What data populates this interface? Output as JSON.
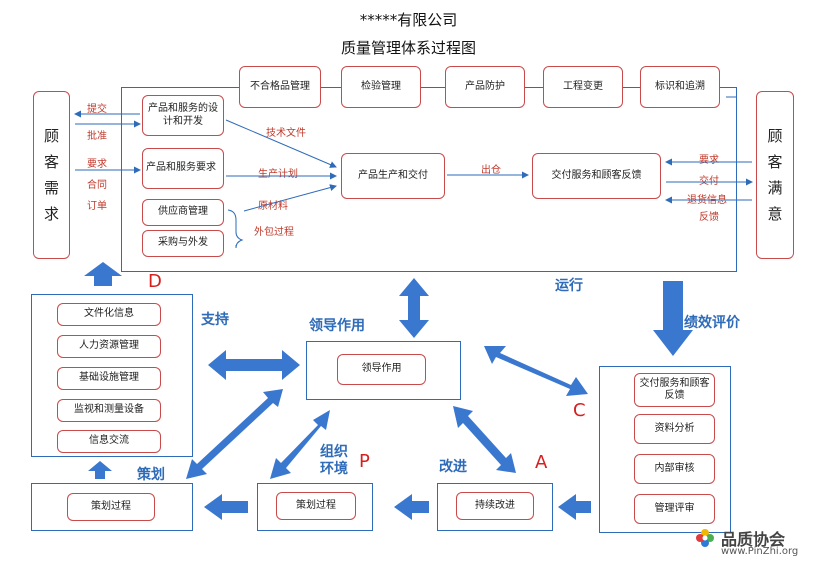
{
  "header": {
    "company": "*****有限公司",
    "title": "质量管理体系过程图"
  },
  "left_customer": {
    "chars": [
      "顾",
      "客",
      "需",
      "求"
    ]
  },
  "right_customer": {
    "chars": [
      "顾",
      "客",
      "满",
      "意"
    ]
  },
  "top_row": [
    "不合格品管理",
    "检验管理",
    "产品防护",
    "工程变更",
    "标识和追溯"
  ],
  "inner_left": {
    "design": "产品和服务的设计和开发",
    "requirements": "产品和服务要求",
    "supplier": "供应商管理",
    "purchase": "采购与外发"
  },
  "production": "产品生产和交付",
  "delivery_feedback": "交付服务和顾客反馈",
  "left_labels": {
    "submit": "提交",
    "approve": "批准",
    "request": "要求",
    "contract": "合同",
    "order": "订单"
  },
  "middle_labels": {
    "tech_doc": "技术文件",
    "prod_plan": "生产计划",
    "raw_material": "原材料",
    "outsource": "外包过程",
    "shipment": "出仓"
  },
  "right_labels": {
    "require": "要求",
    "deliver": "交付",
    "return_info": "退货信息",
    "feedback": "反馈"
  },
  "support": {
    "title": "支持",
    "letter": "D",
    "items": [
      "文件化信息",
      "人力资源管理",
      "基础设施管理",
      "监视和测量设备",
      "信息交流"
    ]
  },
  "leadership": {
    "title": "领导作用",
    "box": "领导作用"
  },
  "operation_label": "运行",
  "performance": {
    "title": "绩效评价",
    "letter": "C",
    "items": [
      "交付服务和顾客反馈",
      "资料分析",
      "内部审核",
      "管理评审"
    ]
  },
  "planning": {
    "title": "策划",
    "box": "策划过程"
  },
  "org_env": {
    "title": "组织环境",
    "letter": "P",
    "box": "策划过程"
  },
  "improve": {
    "title": "改进",
    "letter": "A",
    "box": "持续改进"
  },
  "watermark": {
    "brand": "品质协会",
    "url": "www.PinZhi.org"
  },
  "colors": {
    "blue": "#2e6bb8",
    "red": "#c94a4a",
    "arrow_fill": "#3a78d0"
  }
}
